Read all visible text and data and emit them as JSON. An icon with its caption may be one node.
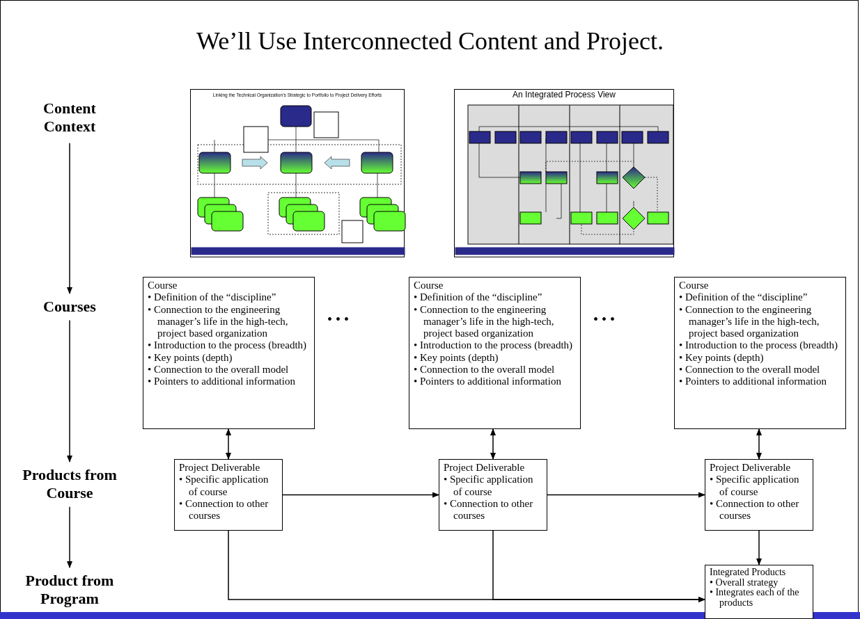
{
  "diagram": {
    "title": "We’ll Use Interconnected Content and Project.",
    "nodes": [
      {
        "text": [
          "Content Context"
        ]
      },
      {
        "text": [
          "Courses"
        ]
      },
      {
        "text": [
          "Products from Course"
        ]
      },
      {
        "text": [
          "Product from Program"
        ]
      },
      {
        "text": [
          "Linking the Technical Organization’s Strategic to Portfolio to Project Delivery Efforts"
        ]
      },
      {
        "text": [
          "An Integrated Process View"
        ]
      },
      {
        "text": [
          "Course",
          "• Definition of the “discipline”",
          "• Connection to the engineering manager’s life in the high-tech, project based organization",
          "• Introduction to the process (breadth)",
          "• Key points (depth)",
          "• Connection to the overall model",
          "• Pointers to additional information"
        ]
      },
      {
        "text": [
          "Course",
          "• Definition of the “discipline”",
          "• Connection to the engineering manager’s life in the high-tech, project based organization",
          "• Introduction to the process (breadth)",
          "• Key points (depth)",
          "• Connection to the overall model",
          "• Pointers to additional information"
        ]
      },
      {
        "text": [
          "Course",
          "• Definition of the “discipline”",
          "• Connection to the engineering manager’s life in the high-tech, project based organization",
          "• Introduction to the process (breadth)",
          "• Key points (depth)",
          "• Connection to the overall model",
          "• Pointers to additional information"
        ]
      },
      {
        "text": [
          "Project Deliverable",
          "• Specific application of course",
          "• Connection to other courses"
        ]
      },
      {
        "text": [
          "Project Deliverable",
          "• Specific application of course",
          "• Connection to other courses"
        ]
      },
      {
        "text": [
          "Project Deliverable",
          "• Specific application of course",
          "• Connection to other courses"
        ]
      },
      {
        "text": [
          "Integrated Products",
          "• Overall strategy",
          "• Integrates each of the products"
        ]
      }
    ],
    "edges": [
      {
        "from": 0,
        "to": 1,
        "arrow": "to"
      },
      {
        "from": 1,
        "to": 2,
        "arrow": "to"
      },
      {
        "from": 2,
        "to": 3,
        "arrow": "to"
      },
      {
        "from": 6,
        "to": 9,
        "arrow": "both"
      },
      {
        "from": 7,
        "to": 10,
        "arrow": "both"
      },
      {
        "from": 8,
        "to": 11,
        "arrow": "both"
      },
      {
        "from": 9,
        "to": 10,
        "arrow": "to"
      },
      {
        "from": 10,
        "to": 11,
        "arrow": "to"
      },
      {
        "from": 11,
        "to": 12,
        "arrow": "to"
      },
      {
        "from": 9,
        "to": 12,
        "arrow": "to"
      },
      {
        "from": 10,
        "to": 12,
        "arrow": "to"
      }
    ],
    "labels": [
      "• • •",
      "• • •"
    ]
  }
}
